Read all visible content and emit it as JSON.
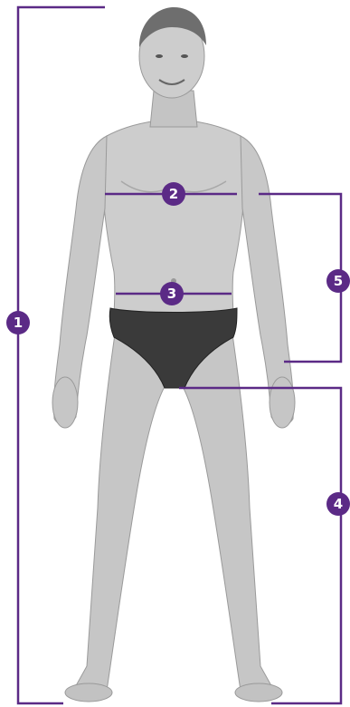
{
  "colors": {
    "accent": "#5b2a86",
    "badge_text": "#ffffff",
    "skin": "#c9c9c9",
    "skin_shadow": "#9a9a9a",
    "hair": "#6e6e6e",
    "briefs": "#3a3a3a",
    "background": "#ffffff"
  },
  "figure": {
    "subject": "standing-man-front-view",
    "markers": [
      {
        "id": "height",
        "label": "1"
      },
      {
        "id": "chest",
        "label": "2"
      },
      {
        "id": "waist",
        "label": "3"
      },
      {
        "id": "inseam",
        "label": "4"
      },
      {
        "id": "arm",
        "label": "5"
      }
    ]
  }
}
